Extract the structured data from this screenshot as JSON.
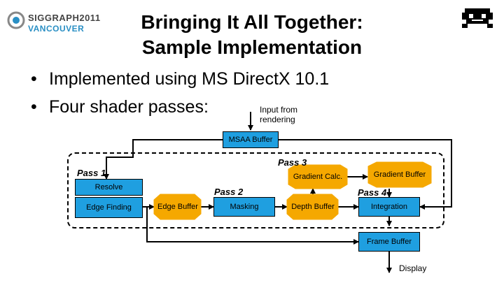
{
  "logo": {
    "line1": "SIGGRAPH2011",
    "line2": "VANCOUVER"
  },
  "title": {
    "line1": "Bringing It All Together:",
    "line2": "Sample Implementation"
  },
  "bullets": [
    {
      "symbol": "•",
      "text": "Implemented using MS DirectX 10.1"
    },
    {
      "symbol": "•",
      "text": "Four shader passes:"
    }
  ],
  "input_note": {
    "line1": "Input from",
    "line2": "rendering"
  },
  "nodes": {
    "msaa": "MSAA Buffer",
    "resolve": "Resolve",
    "edge_finding": "Edge Finding",
    "edge_buffer": "Edge Buffer",
    "masking": "Masking",
    "gradient_calc": "Gradient Calc.",
    "depth_buffer": "Depth Buffer",
    "gradient_buffer": "Gradient Buffer",
    "integration": "Integration",
    "frame_buffer": "Frame Buffer"
  },
  "passes": {
    "p1": "Pass 1",
    "p2": "Pass 2",
    "p3": "Pass 3",
    "p4": "Pass 4"
  },
  "display": "Display",
  "colors": {
    "node_fill": "#1f9fe0",
    "grad_fill": "#f5a800",
    "edge": "#000000",
    "logo_blue": "#2a8fc4"
  }
}
